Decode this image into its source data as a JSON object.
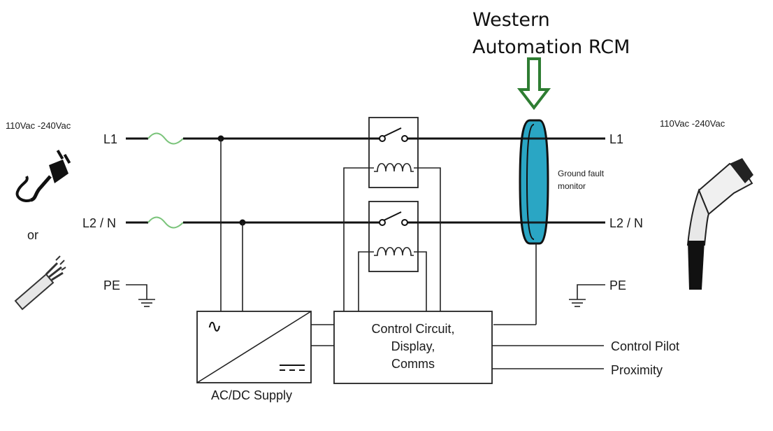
{
  "title": {
    "line1": "Western",
    "line2": "Automation RCM"
  },
  "supply": {
    "voltage_left": "110Vac -240Vac",
    "voltage_right": "110Vac -240Vac",
    "or_label": "or"
  },
  "lines": {
    "l1_left": "L1",
    "l2_left": "L2 / N",
    "pe_left": "PE",
    "l1_right": "L1",
    "l2_right": "L2 / N",
    "pe_right": "PE"
  },
  "ground_fault": {
    "line1": "Ground fault",
    "line2": "monitor"
  },
  "control": {
    "line1": "Control Circuit,",
    "line2": "Display,",
    "line3": "Comms"
  },
  "acdc": {
    "label": "AC/DC Supply",
    "ac_symbol": "∿"
  },
  "outputs": {
    "pilot": "Control Pilot",
    "proximity": "Proximity"
  },
  "colors": {
    "arrow": "#2e7d32",
    "sensor": "#2aa6c4",
    "fuse": "#7bc47b"
  },
  "icons": [
    "plug-icon",
    "cable-icon",
    "ev-connector-icon",
    "ground-icon",
    "relay-icon"
  ]
}
